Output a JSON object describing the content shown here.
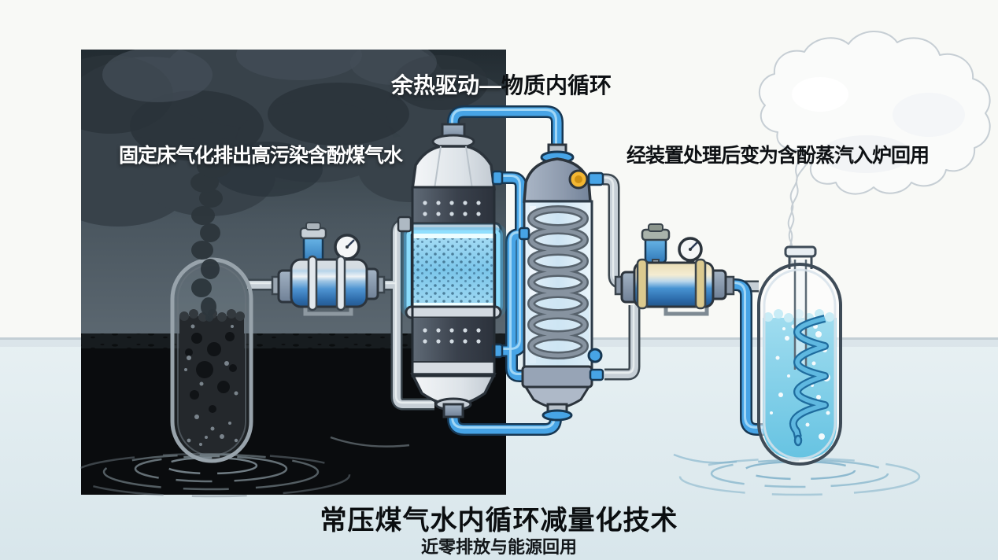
{
  "scene": {
    "top_title": {
      "left": "余热驱动—",
      "right": "物质内循环"
    },
    "left_label": "固定床气化排出高污染含酚煤气水",
    "right_label": "经装置处理后变为含酚蒸汽入炉回用",
    "bottom_title": "常压煤气水内循环减量化技术",
    "bottom_subtitle": "近零排放与能源回用"
  },
  "colors": {
    "pipe_blue": "#47a4e6",
    "glow_cyan": "#8fe0ff",
    "smoke_dark": "#38424a",
    "panel_wall": "#4a565f",
    "panel_ground": "#0a0c0e",
    "steam_white": "#fafbfa",
    "dirty_liquid": "#24282c",
    "clean_liquid": "#7ed0ea",
    "accent_yellow": "#f3b733",
    "floor_light": "#dde9ed"
  }
}
